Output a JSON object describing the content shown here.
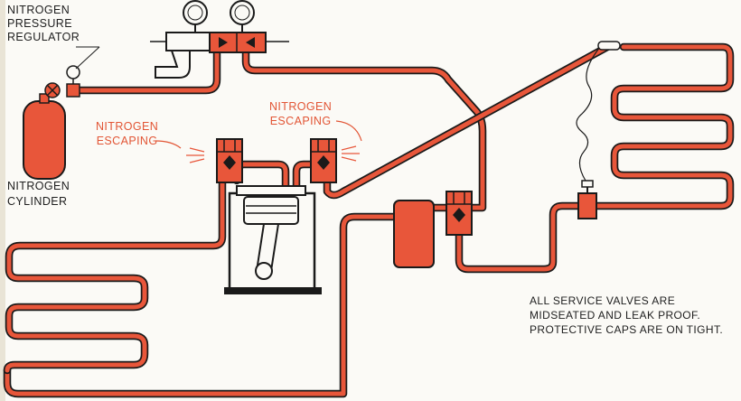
{
  "labels": {
    "regulator": [
      "NITROGEN",
      "PRESSURE",
      "REGULATOR"
    ],
    "cylinder": [
      "NITROGEN",
      "CYLINDER"
    ],
    "escaping_left": [
      "NITROGEN",
      "ESCAPING"
    ],
    "escaping_right": [
      "NITROGEN",
      "ESCAPING"
    ],
    "note": [
      "ALL SERVICE VALVES ARE",
      "MIDSEATED AND LEAK PROOF.",
      "PROTECTIVE CAPS ARE ON TIGHT."
    ]
  },
  "colors": {
    "nitrogen_red": "#e8563a",
    "outline": "#1a1a1a",
    "label_red": "#e25535",
    "background": "#fbfaf6"
  }
}
